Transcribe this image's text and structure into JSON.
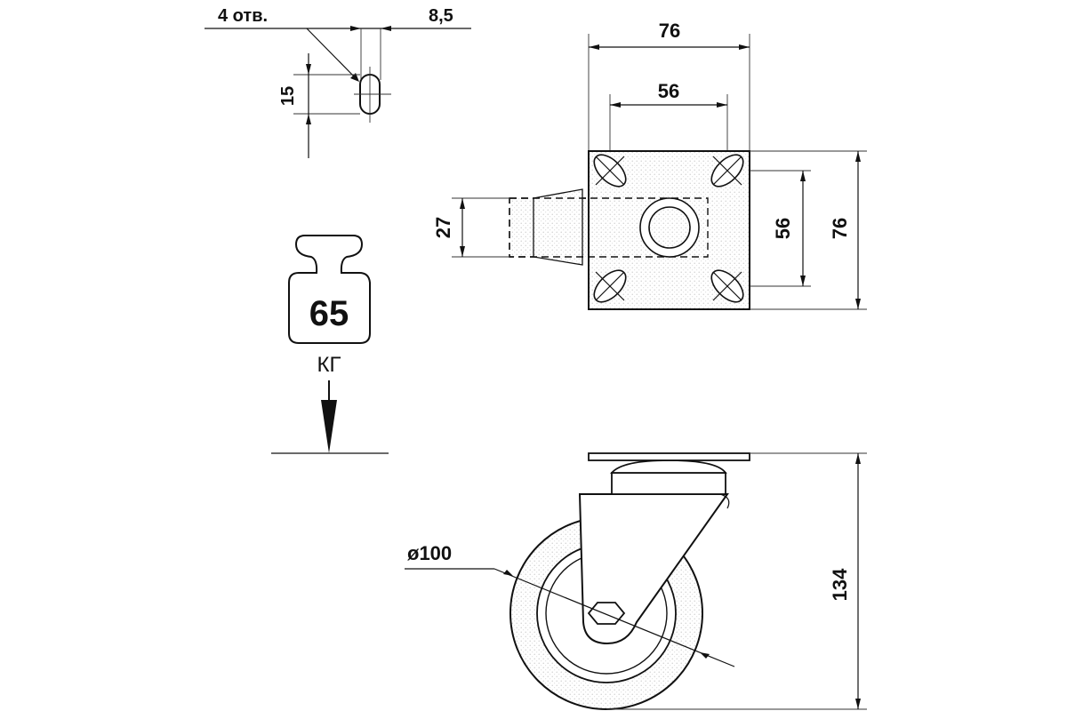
{
  "slot_detail": {
    "holes_label": "4 отв.",
    "slot_width": "8,5",
    "slot_length": "15"
  },
  "top_plate": {
    "width": "76",
    "hole_spacing_x": "56",
    "hole_spacing_y": "56",
    "height": "76",
    "stem_height": "27"
  },
  "load": {
    "value": "65",
    "unit": "КГ"
  },
  "wheel": {
    "diameter": "ø100",
    "total_height": "134"
  },
  "colors": {
    "line": "#111111",
    "background": "#ffffff",
    "stipple": "#dddddd"
  }
}
